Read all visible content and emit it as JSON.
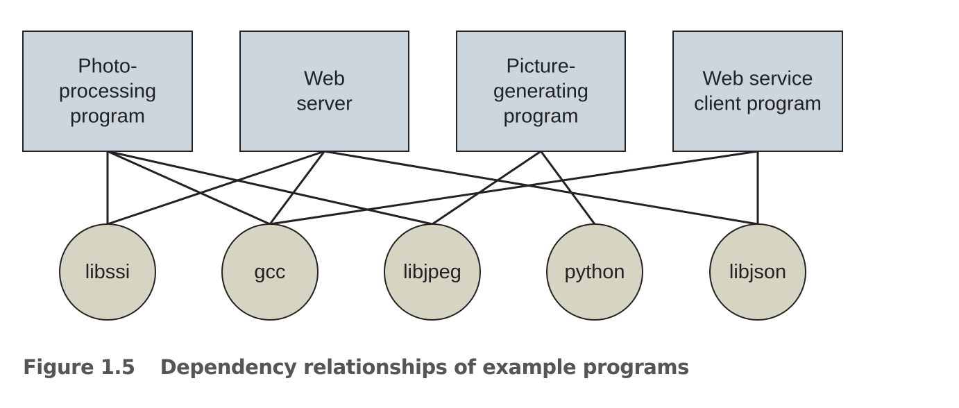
{
  "programs": [
    {
      "id": "photo",
      "lines": [
        "Photo-",
        "processing",
        "program"
      ]
    },
    {
      "id": "web",
      "lines": [
        "Web",
        "server"
      ]
    },
    {
      "id": "picture",
      "lines": [
        "Picture-",
        "generating",
        "program"
      ]
    },
    {
      "id": "client",
      "lines": [
        "Web service",
        "client program"
      ]
    }
  ],
  "libraries": [
    {
      "id": "libssi",
      "label": "libssi"
    },
    {
      "id": "gcc",
      "label": "gcc"
    },
    {
      "id": "libjpeg",
      "label": "libjpeg"
    },
    {
      "id": "python",
      "label": "python"
    },
    {
      "id": "libjson",
      "label": "libjson"
    }
  ],
  "dependencies": [
    {
      "program": "photo",
      "library": "libssi"
    },
    {
      "program": "photo",
      "library": "gcc"
    },
    {
      "program": "photo",
      "library": "libjpeg"
    },
    {
      "program": "web",
      "library": "libssi"
    },
    {
      "program": "web",
      "library": "gcc"
    },
    {
      "program": "web",
      "library": "libjson"
    },
    {
      "program": "picture",
      "library": "libjpeg"
    },
    {
      "program": "picture",
      "library": "python"
    },
    {
      "program": "client",
      "library": "gcc"
    },
    {
      "program": "client",
      "library": "libjson"
    }
  ],
  "colors": {
    "program_fill": "#ccd6df",
    "library_fill": "#d6d4c2",
    "stroke": "#222222",
    "caption": "#555555"
  },
  "caption": {
    "figure_number": "Figure 1.5",
    "text": "Dependency relationships of example programs"
  }
}
